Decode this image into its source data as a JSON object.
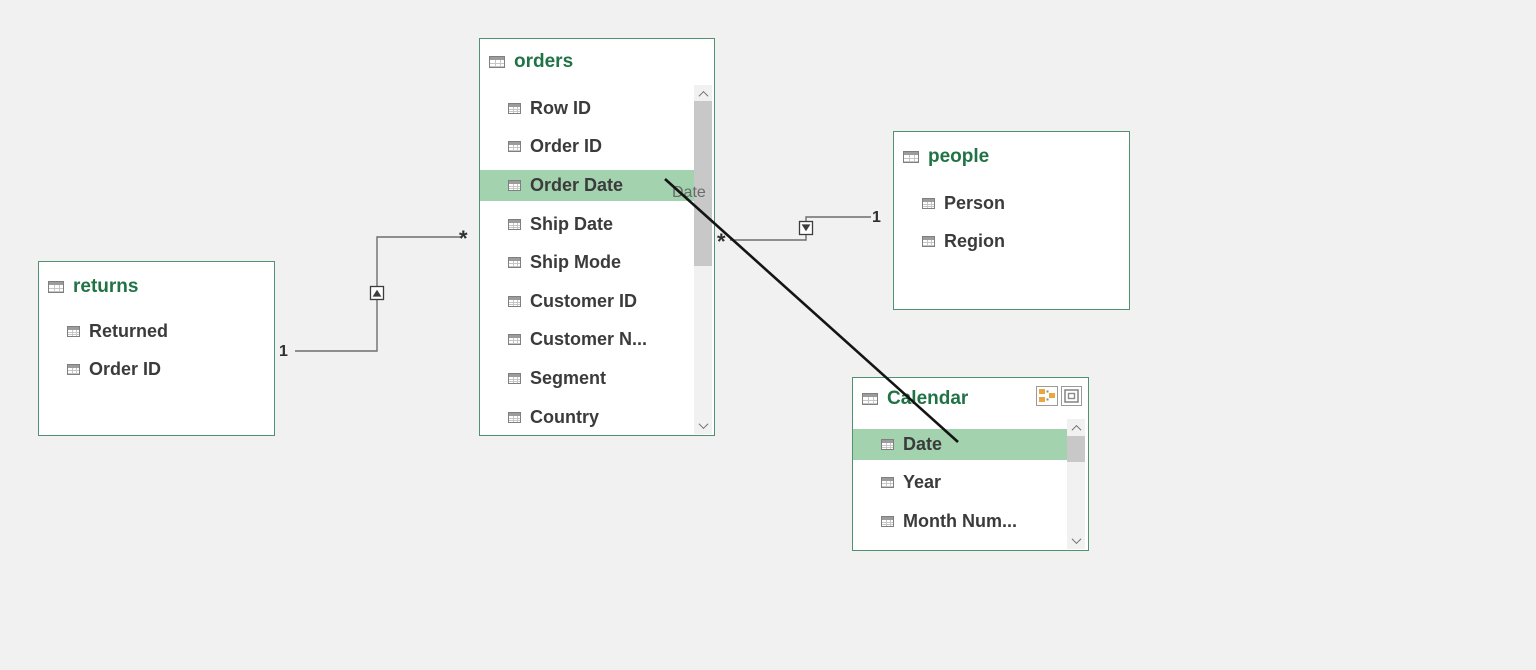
{
  "app": "power-pivot-diagram-view",
  "colors": {
    "background": "#f1f1f1",
    "table_border": "#4f9170",
    "table_title_text": "#217346",
    "field_text": "#3b3b3b",
    "selected_row_bg": "#a2d2ae",
    "relationship_line": "#6e6e6e",
    "drag_line": "#141414",
    "hierarchy_icon_accent": "#eaa73e"
  },
  "tables": [
    {
      "name": "returns",
      "fields": [
        "Returned",
        "Order ID"
      ],
      "selected_field": null
    },
    {
      "name": "orders",
      "fields": [
        "Row ID",
        "Order ID",
        "Order Date",
        "Ship Date",
        "Ship Mode",
        "Customer ID",
        "Customer N...",
        "Segment",
        "Country"
      ],
      "selected_field": "Order Date",
      "has_scrollbar": true
    },
    {
      "name": "people",
      "fields": [
        "Person",
        "Region"
      ],
      "selected_field": null
    },
    {
      "name": "Calendar",
      "fields": [
        "Date",
        "Year",
        "Month Num..."
      ],
      "selected_field": "Date",
      "has_scrollbar": true,
      "header_icons": [
        "create-hierarchy-icon",
        "maximize-icon"
      ]
    }
  ],
  "relationships": [
    {
      "from_table": "returns",
      "one_label": "1",
      "to_table": "orders",
      "many_label": "*",
      "filter_arrow": "up"
    },
    {
      "from_table": "people",
      "one_label": "1",
      "to_table": "orders",
      "many_label": "*",
      "filter_arrow": "down"
    }
  ],
  "drag_operation": {
    "from_table": "orders",
    "from_field": "Order Date",
    "to_table": "Calendar",
    "to_field": "Date",
    "tooltip": "Date"
  }
}
